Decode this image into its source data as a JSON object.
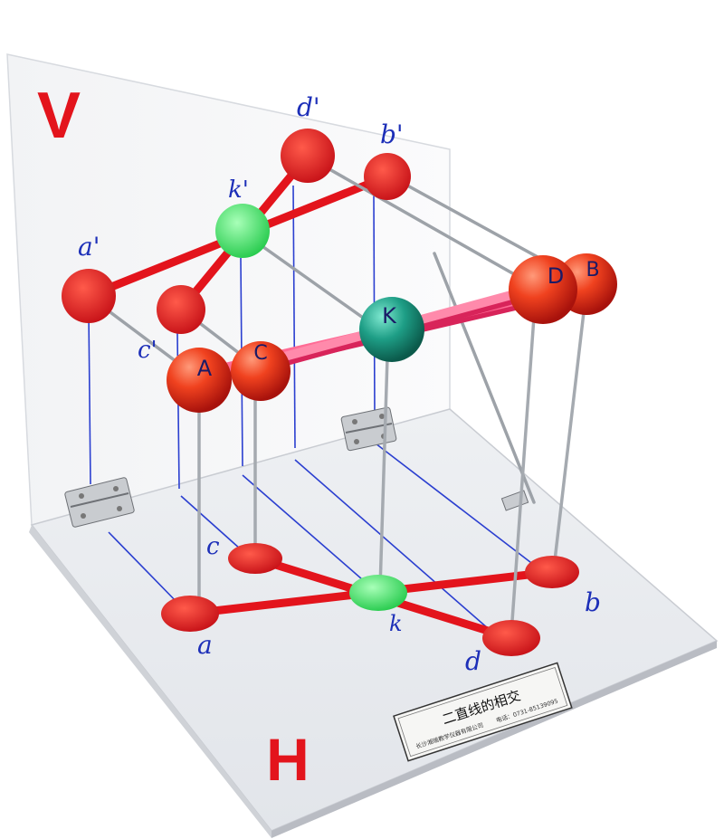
{
  "planes": {
    "vertical": "V",
    "horizontal": "H"
  },
  "vertical_projection_labels": {
    "a": "a'",
    "c": "c'",
    "k": "k'",
    "d": "d'",
    "b": "b'"
  },
  "horizontal_projection_labels": {
    "a": "a",
    "c": "c",
    "k": "k",
    "d": "d",
    "b": "b"
  },
  "ball_labels": {
    "A": "A",
    "C": "C",
    "K": "K",
    "D": "D",
    "B": "B"
  },
  "nameplate": {
    "title": "二直线的相交",
    "subtitle": "长沙湘瑞教学仪器有限公司",
    "phone": "电话：0731-85139095"
  },
  "colors": {
    "red": "#e3141c",
    "green": "#33e85a",
    "teal": "#1e9e86",
    "pink_rod": "#ff5c8a",
    "blue_line": "#2b3fd0"
  }
}
